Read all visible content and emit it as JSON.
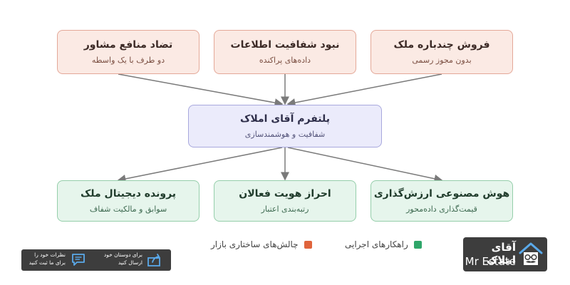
{
  "challenges": [
    {
      "title": "فروش چندباره ملک",
      "subtitle": "بدون مجوز رسمی"
    },
    {
      "title": "نبود شفافیت اطلاعات",
      "subtitle": "داده‌های پراکنده"
    },
    {
      "title": "تضاد منافع مشاور",
      "subtitle": "دو طرف با یک واسطه"
    }
  ],
  "platform": {
    "title": "پلتفرم آقای املاک",
    "subtitle": "شفافیت و هوشمندسازی"
  },
  "solutions": [
    {
      "title": "هوش مصنوعی ارزش‌گذاری",
      "subtitle": "قیمت‌گذاری داده‌محور"
    },
    {
      "title": "احراز هویت فعالان",
      "subtitle": "رتبه‌بندی اعتبار"
    },
    {
      "title": "پرونده دیجیتال ملک",
      "subtitle": "سوابق و مالکیت شفاف"
    }
  ],
  "legend": {
    "challenges_label": "چالش‌های ساختاری بازار",
    "solutions_label": "راهکارهای اجرایی"
  },
  "logo": {
    "name_fa": "آقای املاک",
    "name_en": "Mr Estate"
  },
  "footer": {
    "share_line1": "برای دوستان خود",
    "share_line2": "ارسال کنید",
    "comment_line1": "نظرات خود را",
    "comment_line2": "برای ما ثبت کنید"
  },
  "colors": {
    "challenge_fill": "#fbeae4",
    "platform_fill": "#ebebfb",
    "solution_fill": "#e6f5ec",
    "challenge_legend": "#e0643c",
    "solution_legend": "#2fa66a",
    "arrow": "#7a7a7a"
  }
}
